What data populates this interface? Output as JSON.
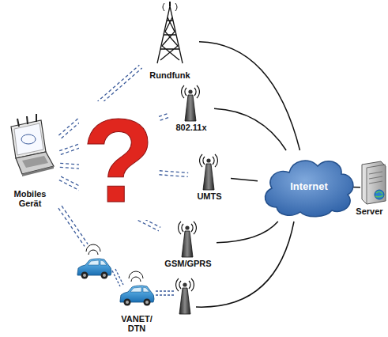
{
  "diagram": {
    "nodes": [
      {
        "text": [
          "Rundfunk"
        ]
      },
      {
        "text": [
          "802.11x"
        ]
      },
      {
        "text": [
          "Mobiles Gerät"
        ]
      },
      {
        "text": [
          "UMTS"
        ]
      },
      {
        "text": [
          "Internet"
        ]
      },
      {
        "text": [
          "Server"
        ]
      },
      {
        "text": [
          "GSM/GPRS"
        ]
      },
      {
        "text": [
          "VANET/ DTN"
        ]
      }
    ],
    "edges": [
      {
        "from": 2,
        "to": 0,
        "arrow": "none"
      },
      {
        "from": 2,
        "to": 1,
        "arrow": "none"
      },
      {
        "from": 2,
        "to": 3,
        "arrow": "none"
      },
      {
        "from": 2,
        "to": 6,
        "arrow": "none"
      },
      {
        "from": 2,
        "to": 7,
        "arrow": "none"
      },
      {
        "from": 0,
        "to": 4,
        "arrow": "none"
      },
      {
        "from": 1,
        "to": 4,
        "arrow": "none"
      },
      {
        "from": 3,
        "to": 4,
        "arrow": "none"
      },
      {
        "from": 6,
        "to": 4,
        "arrow": "none"
      },
      {
        "from": 4,
        "to": 5,
        "arrow": "none"
      }
    ],
    "labels": [
      "?"
    ]
  }
}
